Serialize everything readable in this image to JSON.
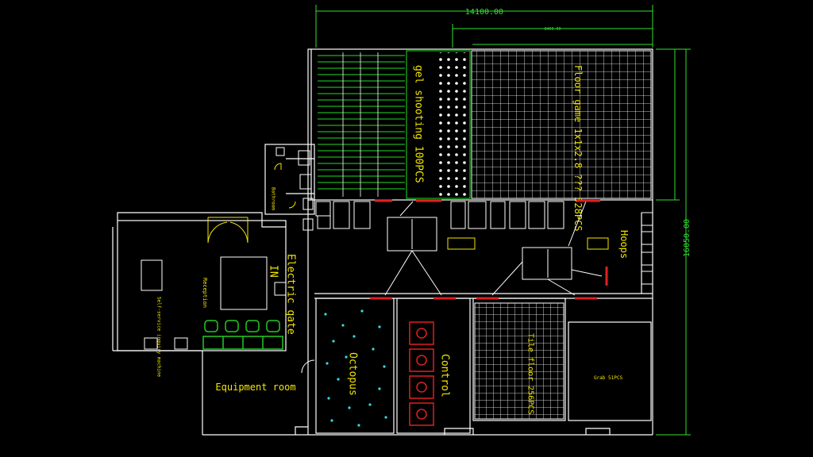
{
  "dimensions": {
    "overall_width": "14100.00",
    "upper_width": "8400.00",
    "overall_height": "16050.00"
  },
  "rooms": {
    "gel_shooting": "gel shooting 100PCS",
    "floor_game": "Floor game 1x1x2.8 ??? 528PCS",
    "hoops": "Hoops",
    "bathroom": "Bathroom",
    "reception": "Reception",
    "self_service": "Self-service inquiry machine",
    "electric_gate": "Electric gate",
    "entrance": "IN",
    "equipment_room": "Equipment room",
    "octopus": "Octopus",
    "control": "Control",
    "tile_floor": "Tile floor 256PCS",
    "grab": "Grab 51PCS"
  },
  "colors": {
    "background": "#000000",
    "walls": "#ffffff",
    "labels": "#f2e600",
    "dimensions": "#2fe02f",
    "doors": "#e02020",
    "seats": "#22cc22"
  }
}
